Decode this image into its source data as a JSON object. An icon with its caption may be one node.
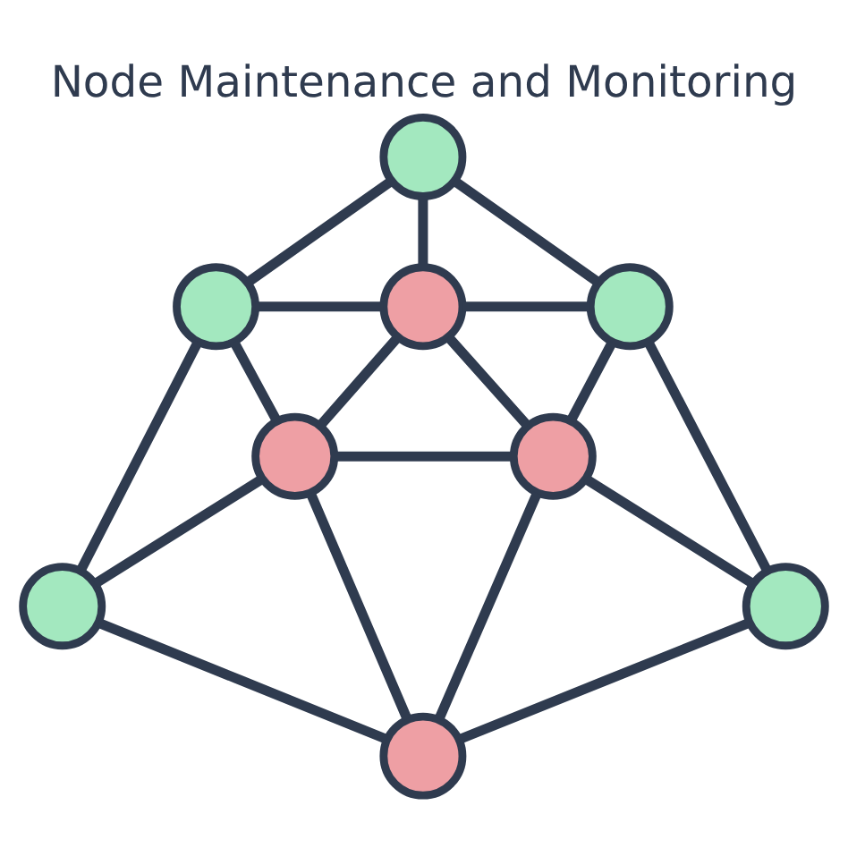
{
  "diagram": {
    "title": "Node Maintenance and Monitoring",
    "nodes": [
      {
        "text": [],
        "shape": "circle"
      },
      {
        "text": [],
        "shape": "circle"
      },
      {
        "text": [],
        "shape": "circle"
      },
      {
        "text": [],
        "shape": "circle"
      },
      {
        "text": [],
        "shape": "circle"
      },
      {
        "text": [],
        "shape": "circle"
      },
      {
        "text": [],
        "shape": "circle"
      },
      {
        "text": [],
        "shape": "circle"
      },
      {
        "text": [],
        "shape": "circle"
      }
    ],
    "edges": [
      {
        "from": 0,
        "to": 1,
        "arrow": "none"
      },
      {
        "from": 0,
        "to": 2,
        "arrow": "none"
      },
      {
        "from": 0,
        "to": 3,
        "arrow": "none"
      },
      {
        "from": 1,
        "to": 2,
        "arrow": "none"
      },
      {
        "from": 1,
        "to": 4,
        "arrow": "none"
      },
      {
        "from": 1,
        "to": 6,
        "arrow": "none"
      },
      {
        "from": 2,
        "to": 3,
        "arrow": "none"
      },
      {
        "from": 2,
        "to": 4,
        "arrow": "none"
      },
      {
        "from": 2,
        "to": 5,
        "arrow": "none"
      },
      {
        "from": 3,
        "to": 5,
        "arrow": "none"
      },
      {
        "from": 3,
        "to": 7,
        "arrow": "none"
      },
      {
        "from": 4,
        "to": 5,
        "arrow": "none"
      },
      {
        "from": 4,
        "to": 6,
        "arrow": "none"
      },
      {
        "from": 4,
        "to": 8,
        "arrow": "none"
      },
      {
        "from": 5,
        "to": 7,
        "arrow": "none"
      },
      {
        "from": 5,
        "to": 8,
        "arrow": "none"
      },
      {
        "from": 6,
        "to": 8,
        "arrow": "none"
      },
      {
        "from": 7,
        "to": 8,
        "arrow": "none"
      }
    ]
  }
}
